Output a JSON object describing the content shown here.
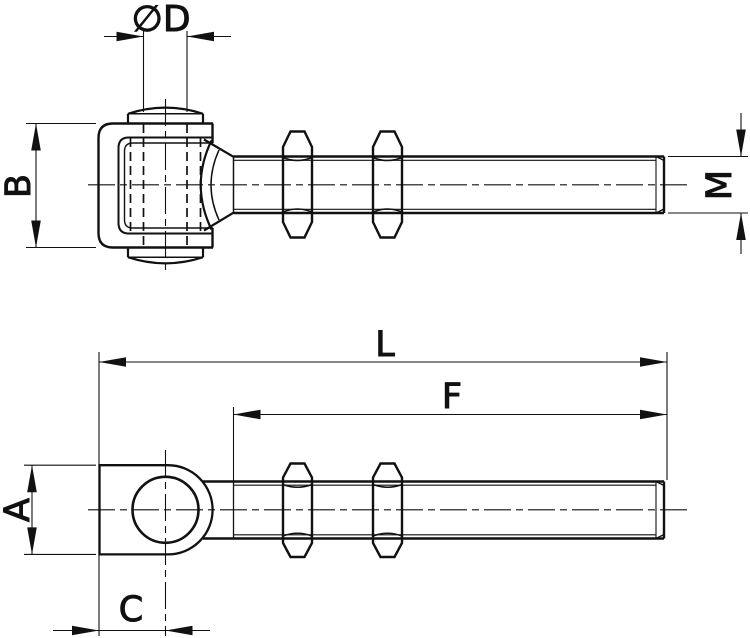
{
  "drawing": {
    "kind": "technical-drawing",
    "subject": "eye bolt with clevis bracket, pin, threaded shaft and two hex nuts - two orthographic views",
    "colors": {
      "line": "#111111",
      "background": "#ffffff"
    }
  },
  "labels": {
    "pin_diameter": "∅D",
    "body_height": "B",
    "thread_size": "M",
    "overall_length": "L",
    "thread_length": "F",
    "eye_width": "A",
    "eye_center_offset": "C"
  }
}
